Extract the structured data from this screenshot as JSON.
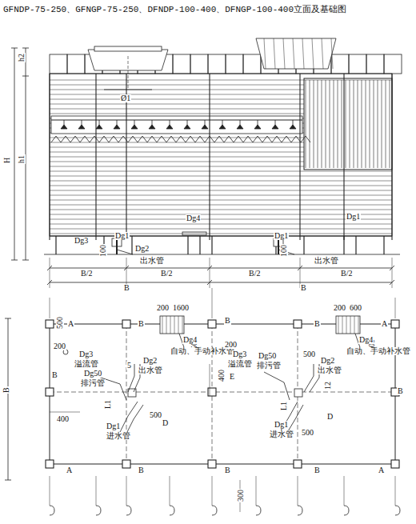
{
  "diagram": {
    "title": "GFNDP-75-250、GFNGP-75-250、DFNDP-100-400、DFNGP-100-400立面及基础图",
    "labels": [
      "h2",
      "H",
      "h1",
      "Ø1",
      "Dg3",
      "Dg1",
      "Dg2",
      "100",
      "出水管",
      "Dg4",
      "Dg1",
      "100",
      "出水管",
      "Dg1",
      "B/2",
      "B/2",
      "B/2",
      "B/2",
      "B",
      "B",
      "B",
      "A",
      "B",
      "B",
      "B",
      "A",
      "B",
      "E",
      "B",
      "D",
      "D",
      "A",
      "B",
      "B",
      "B",
      "A",
      "200",
      "1600",
      "500",
      "Dg4",
      "自动、手动补水管",
      "500",
      "200",
      "Dg3",
      "溢流管",
      "Dg50",
      "排污管",
      "5",
      "Dg2",
      "出水管",
      "400",
      "L1",
      "Dg1",
      "进水管",
      "500",
      "400",
      "200",
      "600",
      "500",
      "Dg4",
      "自动、手动补水管",
      "200",
      "Dg3",
      "溢流管",
      "Dg50",
      "排污管",
      "500",
      "Dg2",
      "出水管",
      "12",
      "L1",
      "Dg1",
      "进水管",
      "500",
      "300"
    ]
  }
}
